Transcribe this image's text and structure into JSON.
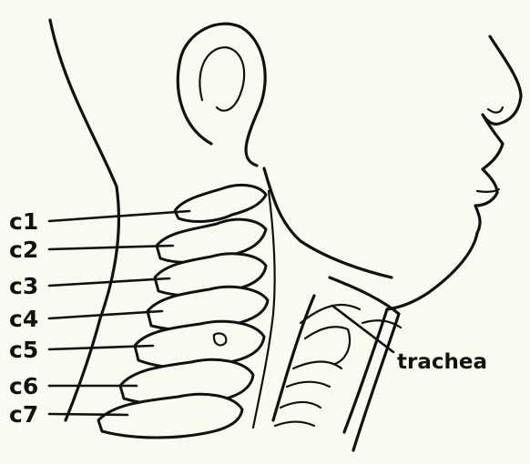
{
  "labels": {
    "vertebrae": [
      "c1",
      "c2",
      "c3",
      "c4",
      "c5",
      "c6",
      "c7"
    ],
    "trachea": "trachea"
  },
  "colors": {
    "background": "#fbfaf1",
    "ink": "#111111"
  }
}
